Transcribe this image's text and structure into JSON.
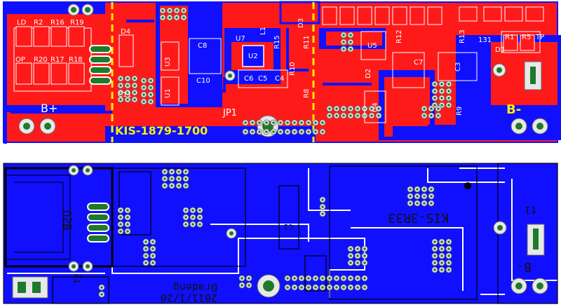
{
  "top_layer": {
    "board_id": "KIS-1879-1700",
    "labels": {
      "ld": "LD",
      "r2": "R2",
      "r16": "R16",
      "r19": "R19",
      "op": "OP",
      "r20": "R20",
      "r17": "R17",
      "r18": "R18",
      "d4": "D4",
      "c11": "C11",
      "u3": "U3",
      "u1": "U1",
      "c8": "C8",
      "c10": "C10",
      "u7": "U7",
      "u2": "U2",
      "l1": "L1",
      "d3": "D3",
      "c6": "C6",
      "c5": "C5",
      "c4": "C4",
      "jp1": "JP1",
      "r10": "R10",
      "r8": "R8",
      "r11": "R11",
      "r15": "R15",
      "u5": "U5",
      "d2": "D2",
      "c7": "C7",
      "u4": "U4",
      "r12": "R12",
      "r13": "R13",
      "c3": "C3",
      "r9": "R9",
      "r1": "R1",
      "r5": "R5",
      "tp": "TP",
      "d1": "D1",
      "code_131": "131",
      "b_plus": "B+",
      "b_minus": "B-"
    }
  },
  "bottom_layer": {
    "labels": {
      "usb": "USB",
      "c1": "C1",
      "kis3r33": "KIS-3R33",
      "t1": "t1",
      "b_minus": "B-",
      "author": "Dradeng",
      "date": "2011/1/20",
      "t2": "T2"
    }
  }
}
